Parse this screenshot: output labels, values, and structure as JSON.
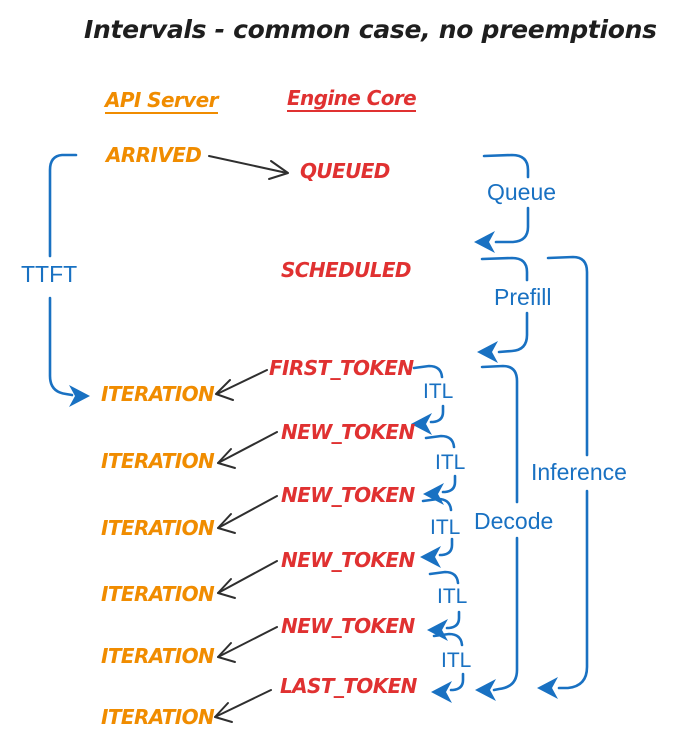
{
  "title": "Intervals - common case, no preemptions",
  "columns": {
    "api_server": "API Server",
    "engine_core": "Engine Core"
  },
  "events": {
    "arrived": "ARRIVED",
    "queued": "QUEUED",
    "scheduled": "SCHEDULED",
    "first_token": "FIRST_TOKEN",
    "new_tokens": [
      "NEW_TOKEN",
      "NEW_TOKEN",
      "NEW_TOKEN",
      "NEW_TOKEN"
    ],
    "last_token": "LAST_TOKEN",
    "iterations": [
      "ITERATION",
      "ITERATION",
      "ITERATION",
      "ITERATION",
      "ITERATION",
      "ITERATION"
    ]
  },
  "intervals": {
    "ttft": "TTFT",
    "queue": "Queue",
    "prefill": "Prefill",
    "decode": "Decode",
    "inference": "Inference",
    "itl": [
      "ITL",
      "ITL",
      "ITL",
      "ITL",
      "ITL"
    ]
  },
  "colors": {
    "orange": "#f08c00",
    "red": "#e03131",
    "blue": "#1971c2",
    "black": "#1e1e1e"
  }
}
